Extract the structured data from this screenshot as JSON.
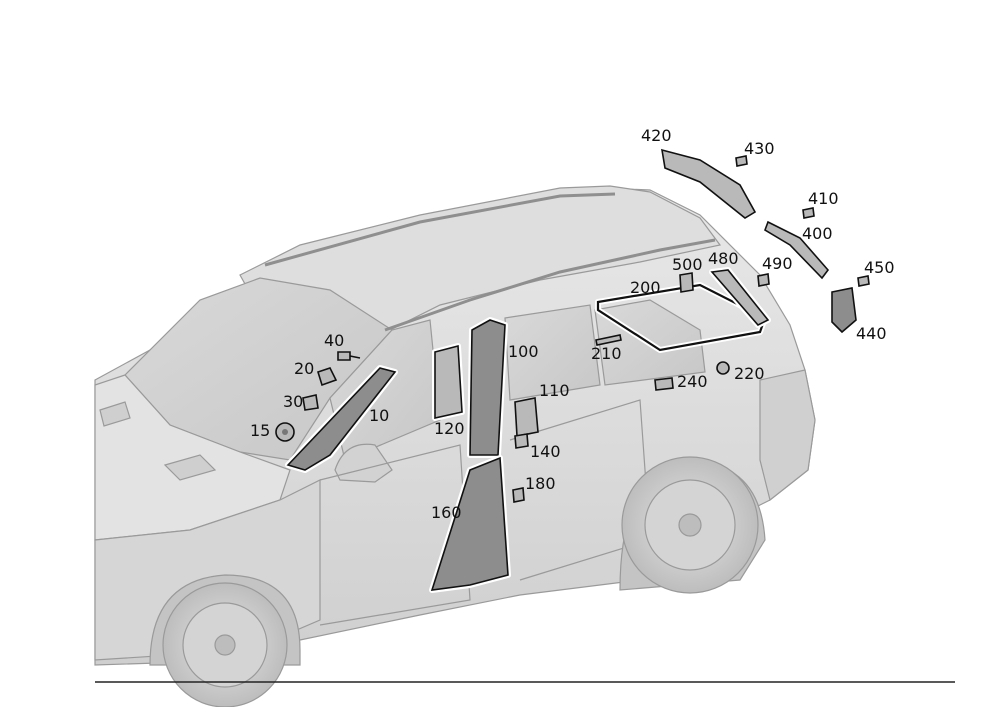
{
  "diagram": {
    "callouts": [
      {
        "id": "10",
        "text": "10"
      },
      {
        "id": "15",
        "text": "15"
      },
      {
        "id": "20",
        "text": "20"
      },
      {
        "id": "30",
        "text": "30"
      },
      {
        "id": "40",
        "text": "40"
      },
      {
        "id": "100",
        "text": "100"
      },
      {
        "id": "110",
        "text": "110"
      },
      {
        "id": "120",
        "text": "120"
      },
      {
        "id": "140",
        "text": "140"
      },
      {
        "id": "160",
        "text": "160"
      },
      {
        "id": "180",
        "text": "180"
      },
      {
        "id": "200",
        "text": "200"
      },
      {
        "id": "210",
        "text": "210"
      },
      {
        "id": "220",
        "text": "220"
      },
      {
        "id": "240",
        "text": "240"
      },
      {
        "id": "400",
        "text": "400"
      },
      {
        "id": "410",
        "text": "410"
      },
      {
        "id": "420",
        "text": "420"
      },
      {
        "id": "430",
        "text": "430"
      },
      {
        "id": "440",
        "text": "440"
      },
      {
        "id": "450",
        "text": "450"
      },
      {
        "id": "480",
        "text": "480"
      },
      {
        "id": "490",
        "text": "490"
      },
      {
        "id": "500",
        "text": "500"
      }
    ]
  }
}
